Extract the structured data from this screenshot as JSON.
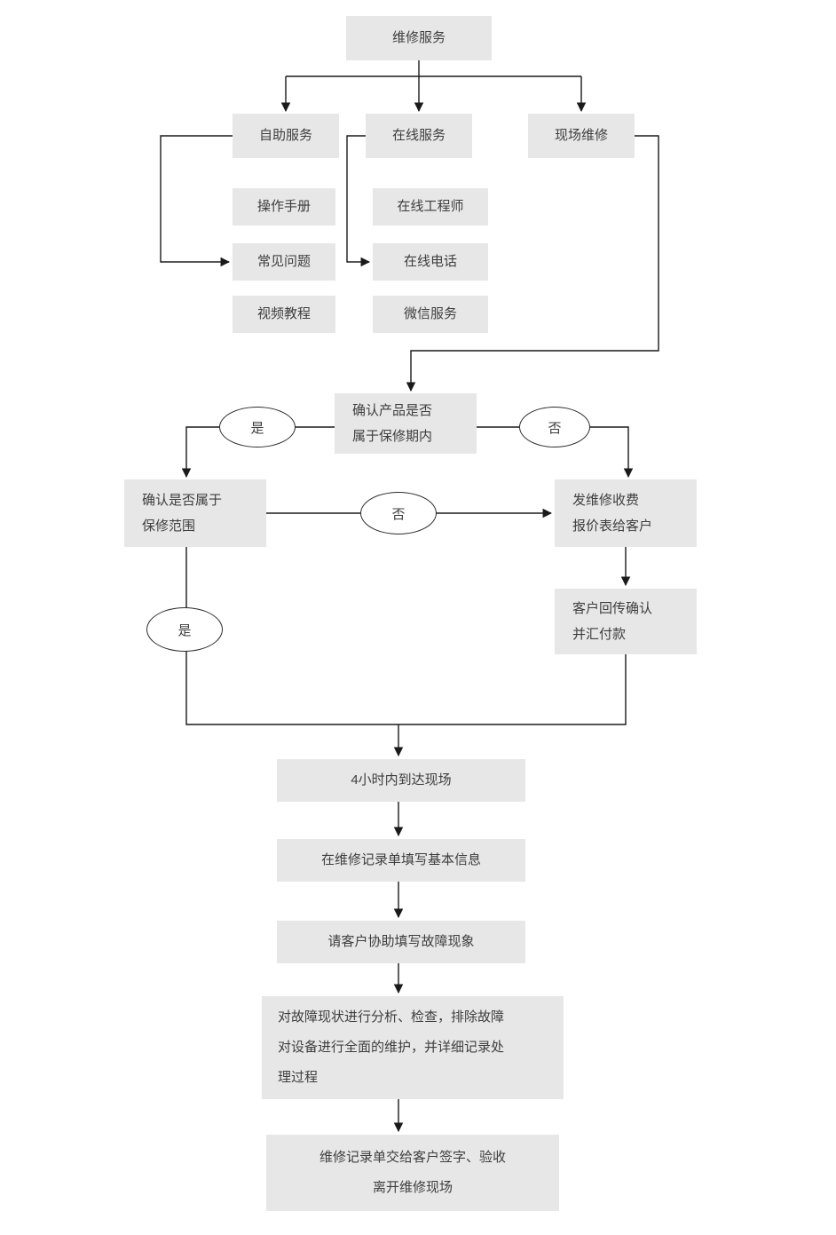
{
  "colors": {
    "background": "#ffffff",
    "node_fill": "#e7e7e7",
    "node_text": "#3e3e3e",
    "connector": "#1a1a1a",
    "ellipse_fill": "#ffffff",
    "ellipse_border": "#2b2b2b"
  },
  "labels": {
    "yes": "是",
    "no": "否"
  },
  "nodes": {
    "root": "维修服务",
    "self_service": "自助服务",
    "online_service": "在线服务",
    "onsite_repair": "现场维修",
    "operation_manual": "操作手册",
    "faq": "常见问题",
    "video_tutorial": "视频教程",
    "online_engineer": "在线工程师",
    "online_phone": "在线电话",
    "wechat_service": "微信服务",
    "confirm_warranty_period": "确认产品是否\n属于保修期内",
    "confirm_warranty_scope": "确认是否属于\n保修范围",
    "send_quote": "发维修收费\n报价表给客户",
    "customer_confirm_payment": "客户回传确认\n并汇付款",
    "arrive_within_4h": "4小时内到达现场",
    "fill_basic_info": "在维修记录单填写基本信息",
    "fill_fault_description": "请客户协助填写故障现象",
    "analyze_and_repair": "对故障现状进行分析、检查，排除故障\n对设备进行全面的维护，并详细记录处\n理过程",
    "sign_and_leave": "维修记录单交给客户签字、验收\n离开维修现场"
  }
}
